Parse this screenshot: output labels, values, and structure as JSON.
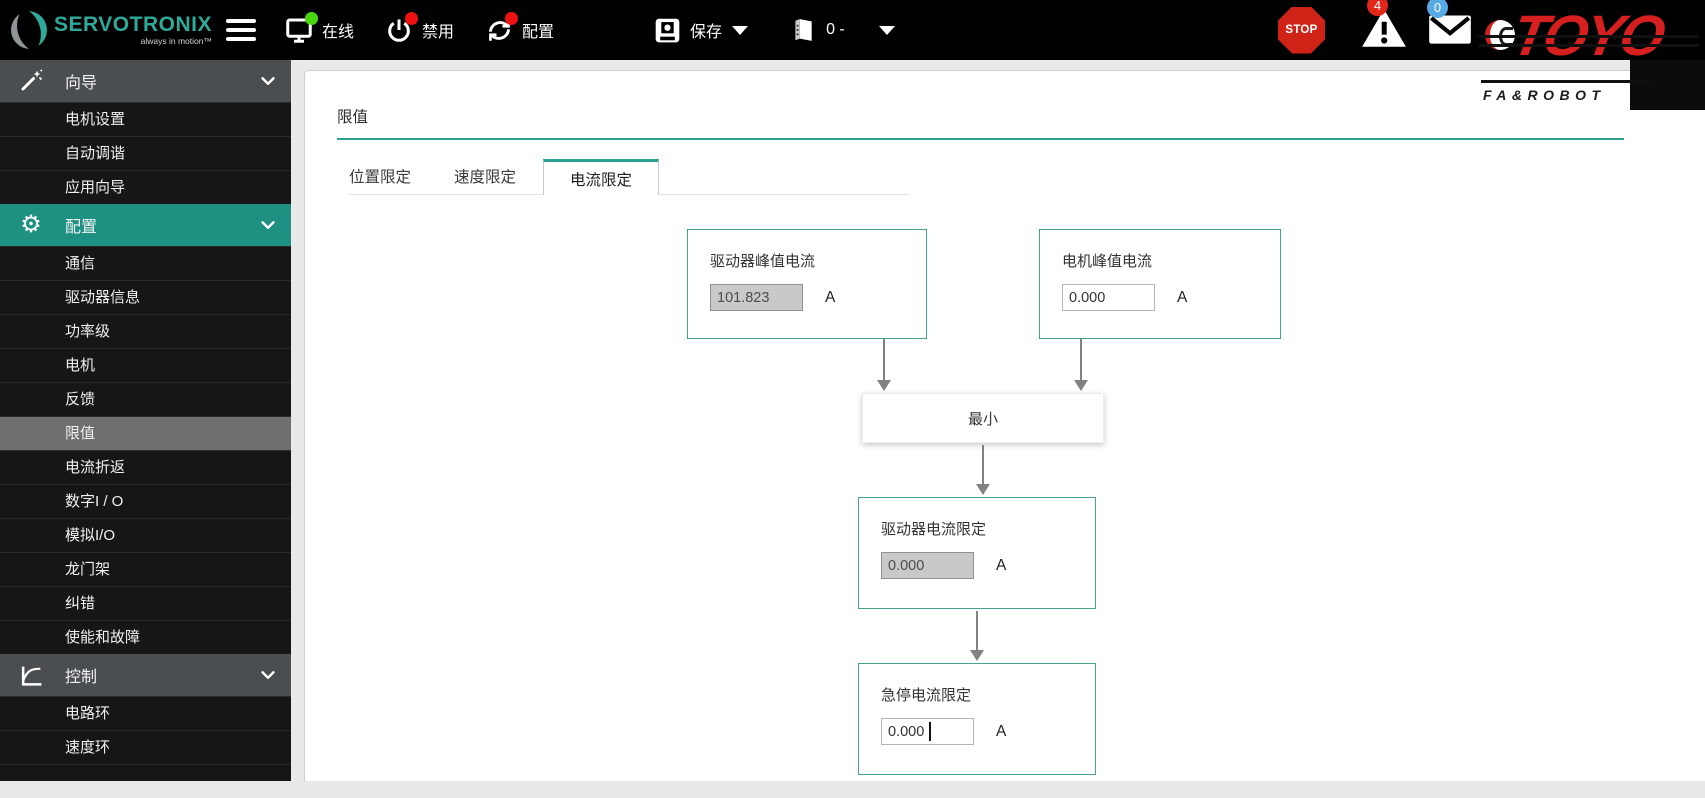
{
  "topbar": {
    "brand_name": "SERVOTRONIX",
    "brand_tagline": "always in motion™",
    "online_label": "在线",
    "disabled_label": "禁用",
    "config_label": "配置",
    "save_label": "保存",
    "drive_value": "0 -",
    "stop_label": "STOP",
    "warning_count": "4",
    "message_count": "0",
    "logo_text": "TOYO",
    "logo_subtext": "FA&ROBOT"
  },
  "colors": {
    "accent_teal": "#1f9183",
    "box_border_teal": "#46a293",
    "underline_teal": "#2ba091",
    "stop_red": "#cf2318",
    "badge_red": "#e22619",
    "badge_blue": "#57aae4",
    "logo_red": "#d6201f",
    "status_green": "#49d810",
    "status_red": "#ee1111"
  },
  "sidebar": {
    "sections": [
      {
        "label": "向导",
        "icon": "wand-icon",
        "items": [
          "电机设置",
          "自动调谐",
          "应用向导"
        ]
      },
      {
        "label": "配置",
        "icon": "gear-icon",
        "selected_item": "限值",
        "items": [
          "通信",
          "驱动器信息",
          "功率级",
          "电机",
          "反馈",
          "限值",
          "电流折返",
          "数字I / O",
          "模拟I/O",
          "龙门架",
          "纠错",
          "使能和故障"
        ]
      },
      {
        "label": "控制",
        "icon": "curve-icon",
        "items": [
          "电路环",
          "速度环"
        ]
      }
    ]
  },
  "main": {
    "title": "限值",
    "tabs": [
      {
        "label": "位置限定",
        "active": false
      },
      {
        "label": "速度限定",
        "active": false
      },
      {
        "label": "电流限定",
        "active": true
      }
    ],
    "diagram": {
      "drive_peak": {
        "label": "驱动器峰值电流",
        "value": "101.823",
        "unit": "A",
        "readonly": true
      },
      "motor_peak": {
        "label": "电机峰值电流",
        "value": "0.000",
        "unit": "A",
        "readonly": false
      },
      "min_node": {
        "label": "最小"
      },
      "drive_limit": {
        "label": "驱动器电流限定",
        "value": "0.000",
        "unit": "A",
        "readonly": true
      },
      "estop_limit": {
        "label": "急停电流限定",
        "value": "0.000",
        "unit": "A",
        "readonly": false
      }
    }
  }
}
